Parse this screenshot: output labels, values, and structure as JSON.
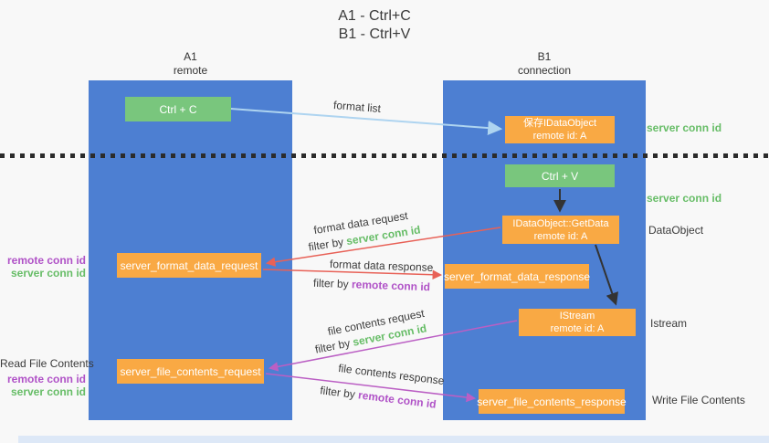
{
  "title": {
    "line1": "A1 - Ctrl+C",
    "line2": "B1 - Ctrl+V"
  },
  "columns": {
    "a": {
      "name": "A1",
      "subtitle": "remote"
    },
    "b": {
      "name": "B1",
      "subtitle": "connection"
    }
  },
  "nodes": {
    "ctrl_c": "Ctrl + C",
    "save_idataobject": {
      "line1": "保存IDataObject",
      "line2": "remote id: A"
    },
    "ctrl_v": "Ctrl + V",
    "getdata": {
      "line1": "IDataObject::GetData",
      "line2": "remote id: A"
    },
    "format_request": "server_format_data_request",
    "format_response": "server_format_data_response",
    "istream": {
      "line1": "IStream",
      "line2": "remote id: A"
    },
    "file_request": "server_file_contents_request",
    "file_response": "server_file_contents_response"
  },
  "side_labels": {
    "right_server_conn_1": "server conn id",
    "right_server_conn_2": "server conn id",
    "dataobject": "DataObject",
    "istream": "Istream",
    "write_file": "Write File Contents",
    "read_file": "Read File Contents",
    "left_remote_conn_1": "remote conn id",
    "left_server_conn_1": "server conn id",
    "left_remote_conn_2": "remote conn id",
    "left_server_conn_2": "server conn id"
  },
  "flow_labels": {
    "format_list": "format list",
    "format_data_request": "format data request",
    "filter_by_1": "filter by ",
    "server_conn_id_1": "server conn id",
    "format_data_response": "format data response",
    "filter_by_2": "filter by ",
    "remote_conn_id_1": "remote conn id",
    "file_contents_request": "file contents request",
    "filter_by_3": "filter by ",
    "server_conn_id_2": "server conn id",
    "file_contents_response": "file contents response",
    "filter_by_4": "filter by ",
    "remote_conn_id_2": "remote conn id"
  },
  "colors": {
    "column_blue": "#4d7fd2",
    "box_green": "#79c67d",
    "box_orange": "#f9a944",
    "text_green": "#67bd67",
    "text_purple": "#b052c7",
    "arrow_red": "#e86157",
    "arrow_light_blue": "#aed4f0",
    "arrow_purple": "#bb5fc4",
    "arrow_black": "#333333"
  }
}
